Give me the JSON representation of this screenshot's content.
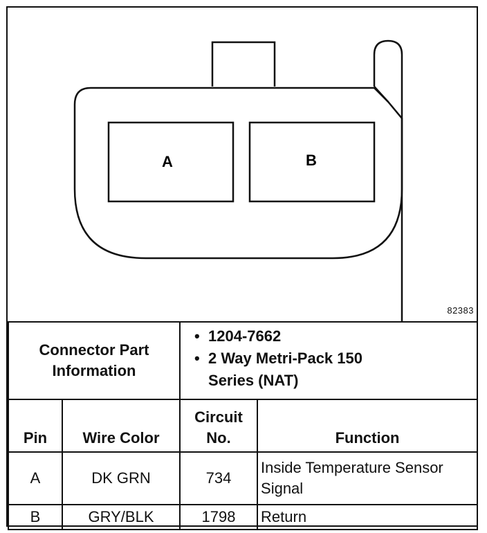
{
  "connector": {
    "pins": [
      "A",
      "B"
    ],
    "figure_number": "82383"
  },
  "part_info": {
    "label_line1": "Connector Part",
    "label_line2": "Information",
    "items": [
      "1204-7662",
      "2 Way Metri-Pack 150"
    ],
    "item2_cont": "Series (NAT)"
  },
  "table": {
    "headers": {
      "pin": "Pin",
      "wire_color": "Wire Color",
      "circuit_line1": "Circuit",
      "circuit_line2": "No.",
      "function": "Function"
    },
    "rows": [
      {
        "pin": "A",
        "wire_color": "DK GRN",
        "circuit": "734",
        "function_line1": "Inside Temperature Sensor",
        "function_line2": "Signal"
      },
      {
        "pin": "B",
        "wire_color": "GRY/BLK",
        "circuit": "1798",
        "function_line1": "Return",
        "function_line2": ""
      }
    ]
  }
}
